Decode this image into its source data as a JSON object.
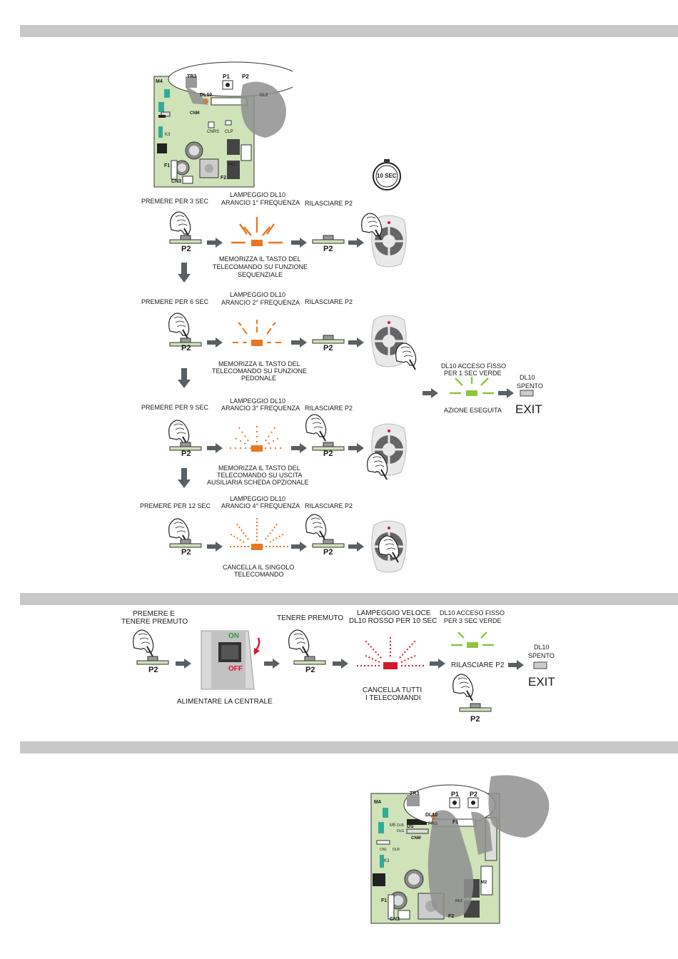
{
  "board": {
    "labels": [
      "M4",
      "TR3",
      "P1",
      "P2",
      "DL10",
      "DL3",
      "CNM",
      "CNRS",
      "CLP",
      "K3",
      "F1",
      "CN3",
      "F2",
      "RK1",
      "PRG",
      "DS",
      "M5",
      "M2",
      "CN1",
      "DLR",
      "DLB",
      "DLG",
      "F1"
    ]
  },
  "timer": {
    "label": "10 SEC"
  },
  "section1": {
    "rows": [
      {
        "press": "PREMERE PER 3 SEC",
        "blink": [
          "LAMPEGGIO DL10",
          "ARANCIO 1° FREQUENZA"
        ],
        "release": "RILASCIARE P2",
        "memo": [
          "MEMORIZZA IL TASTO DEL",
          "TELECOMANDO SU FUNZIONE",
          "SEQUENZIALE"
        ]
      },
      {
        "press": "PREMERE PER 6 SEC",
        "blink": [
          "LAMPEGGIO DL10",
          "ARANCIO 2° FREQUENZA"
        ],
        "release": "RILASCIARE P2",
        "memo": [
          "MEMORIZZA IL TASTO DEL",
          "TELECOMANDO SU FUNZIONE",
          "PEDONALE"
        ]
      },
      {
        "press": "PREMERE PER 9 SEC",
        "blink": [
          "LAMPEGGIO DL10",
          "ARANCIO 3° FREQUENZA"
        ],
        "release": "RILASCIARE P2",
        "memo": [
          "MEMORIZZA IL TASTO DEL",
          "TELECOMANDO SU USCITA",
          "AUSILIARIA SCHEDA OPZIONALE"
        ]
      },
      {
        "press": "PREMERE PER 12 SEC",
        "blink": [
          "LAMPEGGIO DL10",
          "ARANCIO 4° FREQUENZA"
        ],
        "release": "RILASCIARE P2",
        "memo": [
          "CANCELLA IL SINGOLO",
          "TELECOMANDO"
        ]
      }
    ],
    "button_label": "P2",
    "result": {
      "green_text": [
        "DL10 ACCESO FISSO",
        "PER 1 SEC VERDE"
      ],
      "done": "AZIONE ESEGUITA",
      "off_text": [
        "DL10",
        "SPENTO"
      ],
      "exit": "EXIT"
    }
  },
  "section2": {
    "press_hold": [
      "PREMERE E",
      "TENERE PREMUTO"
    ],
    "switch_on": "ON",
    "switch_off": "OFF",
    "power": "ALIMENTARE LA CENTRALE",
    "keep": "TENERE PREMUTO",
    "fast_blink": [
      "LAMPEGGIO VELOCE",
      "DL10 ROSSO PER 10 SEC"
    ],
    "cancel_all": [
      "CANCELLA TUTTI",
      "I TELECOMANDI"
    ],
    "green_text": [
      "DL10 ACCESO FISSO",
      "PER 3 SEC VERDE"
    ],
    "release": "RILASCIARE P2",
    "off_text": [
      "DL10",
      "SPENTO"
    ],
    "exit": "EXIT",
    "button_label": "P2"
  },
  "colors": {
    "orange": "#e87722",
    "green": "#8dc63f",
    "red": "#d7192f",
    "arrow": "#5a5f63",
    "board": "#cfe2b8"
  }
}
